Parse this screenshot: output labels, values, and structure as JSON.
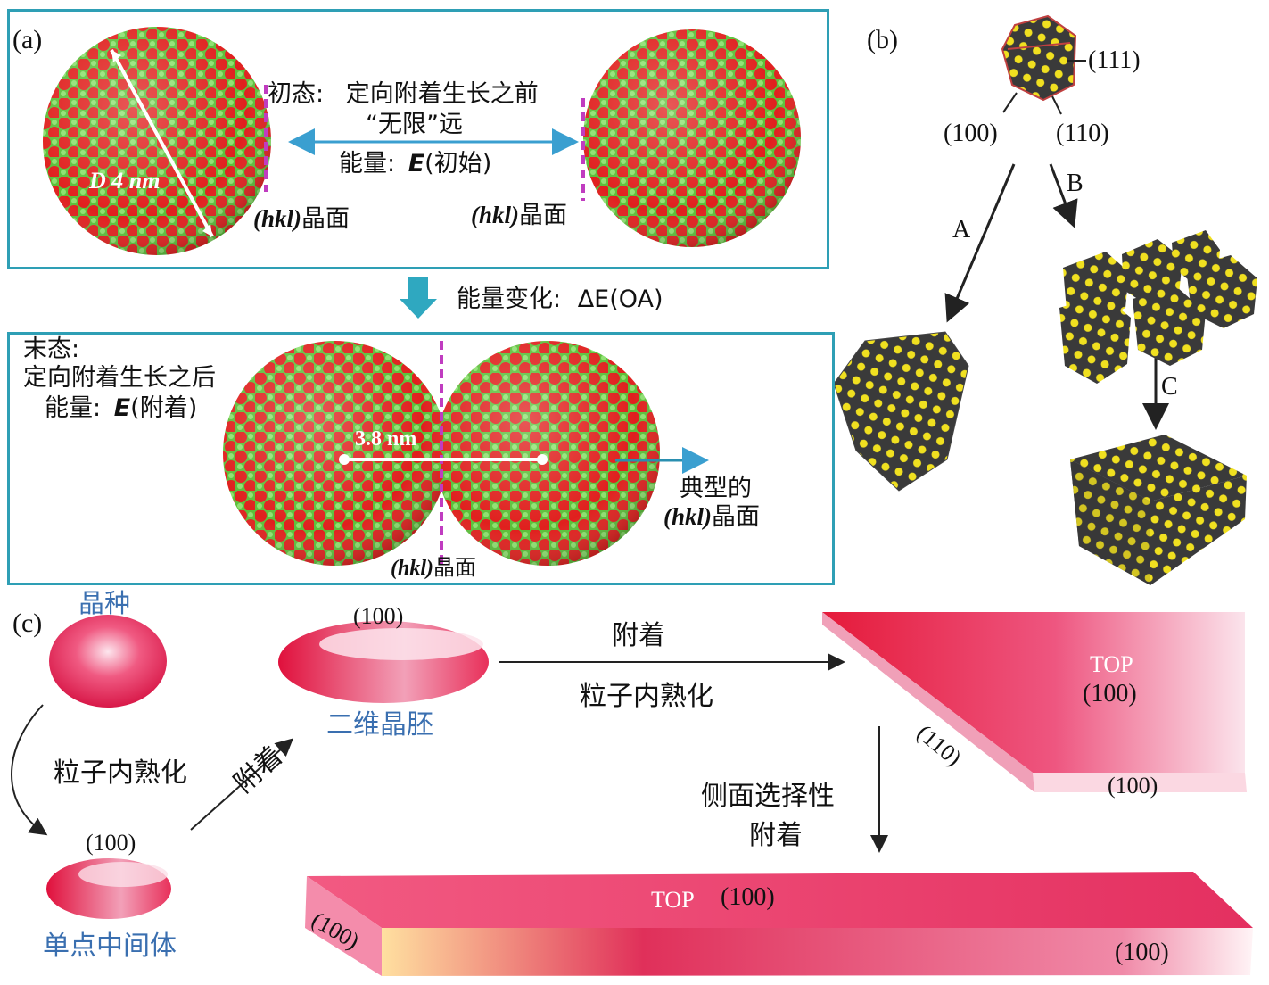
{
  "panel_a": {
    "tag": "(a)",
    "initial_title": "初态:",
    "initial_desc": "定向附着生长之前",
    "far_label": "“无限”远",
    "initial_energy_prefix": "能量:",
    "initial_energy_sym": "E",
    "initial_energy_suffix": "(初始)",
    "diameter_label": "D 4 nm",
    "hkl_left_hkl": "(hkl)",
    "hkl_left_face": "晶面",
    "hkl_right_hkl": "(hkl)",
    "hkl_right_face": "晶面",
    "energy_change_prefix": "能量变化:",
    "energy_change_value": "ΔE(OA)",
    "final_title": "末态:",
    "final_desc": "定向附着生长之后",
    "final_energy_prefix": "能量:",
    "final_energy_sym": "E",
    "final_energy_suffix": "(附着)",
    "distance_label": "3.8 nm",
    "typical_label": "典型的",
    "typical_hkl": "(hkl)",
    "typical_face": "晶面",
    "bottom_hkl": "(hkl)",
    "bottom_face": "晶面"
  },
  "panel_b": {
    "tag": "(b)",
    "face_111": "(111)",
    "face_100": "(100)",
    "face_110": "(110)",
    "path_a": "A",
    "path_b": "B",
    "path_c": "C"
  },
  "panel_c": {
    "tag": "(c)",
    "seed_label": "晶种",
    "ripening_1": "粒子内熟化",
    "single_point_label": "单点中间体",
    "single_point_face": "(100)",
    "attach_1": "附着",
    "embryo_label": "二维晶胚",
    "embryo_face": "(100)",
    "attach_2": "附着",
    "ripening_2": "粒子内熟化",
    "plate_top": "TOP",
    "plate_top_face": "(100)",
    "plate_side_face": "(110)",
    "plate_bottom_face": "(100)",
    "side_selective_1": "侧面选择性",
    "side_selective_2": "附着",
    "rod_top": "TOP",
    "rod_top_face": "(100)",
    "rod_end_face": "(100)",
    "rod_side_face": "(100)"
  },
  "colors": {
    "frame": "#2e9fb5",
    "arrow_blue": "#3a9fd0",
    "red_atom": "#e0201e",
    "green_atom": "#5cbf3a",
    "pink": "#e8305a",
    "dashed_magenta": "#c03cc0",
    "label_blue": "#3a6fb0"
  }
}
